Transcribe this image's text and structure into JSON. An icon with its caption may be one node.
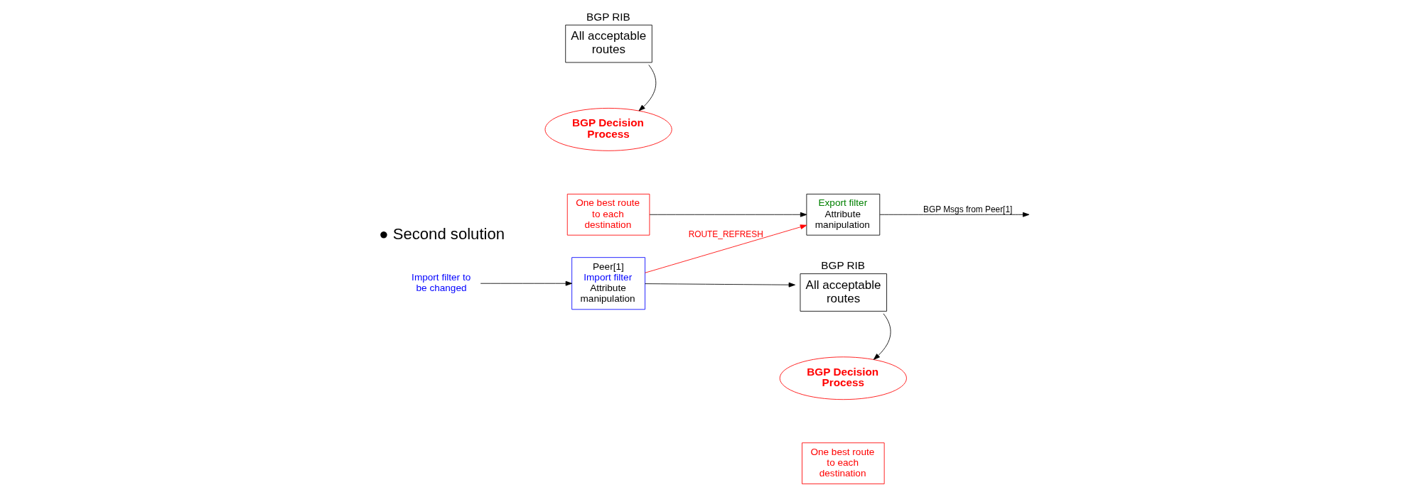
{
  "diagram": {
    "nodes": [
      {
        "text": [
          "BGP RIB",
          "All acceptable routes"
        ]
      },
      {
        "text": [
          "BGP Decision Process"
        ]
      },
      {
        "text": [
          "One best route to each destination"
        ]
      },
      {
        "text": [
          "Export filter",
          "Attribute manipulation"
        ]
      },
      {
        "text": [
          "Peer[1]",
          "Import filter",
          "Attribute manipulation"
        ]
      },
      {
        "text": [
          "Import filter to be changed"
        ]
      },
      {
        "text": [
          "BGP RIB",
          "All acceptable routes"
        ]
      },
      {
        "text": [
          "BGP Decision Process"
        ]
      },
      {
        "text": [
          "One best route to each destination"
        ]
      }
    ],
    "edges": [
      {
        "from": 0,
        "to": 1,
        "arrow": "to"
      },
      {
        "from": 2,
        "to": 3,
        "arrow": "to"
      },
      {
        "from": 3,
        "to": null,
        "arrow": "to",
        "label": "BGP Msgs from Peer[1]"
      },
      {
        "from": 4,
        "to": 3,
        "arrow": "to",
        "label": "ROUTE_REFRESH",
        "color": "#ff0000"
      },
      {
        "from": 5,
        "to": 4,
        "arrow": "to"
      },
      {
        "from": 4,
        "to": 6,
        "arrow": "to"
      },
      {
        "from": 6,
        "to": 7,
        "arrow": "to"
      }
    ],
    "labels": [
      "● Second solution"
    ]
  }
}
